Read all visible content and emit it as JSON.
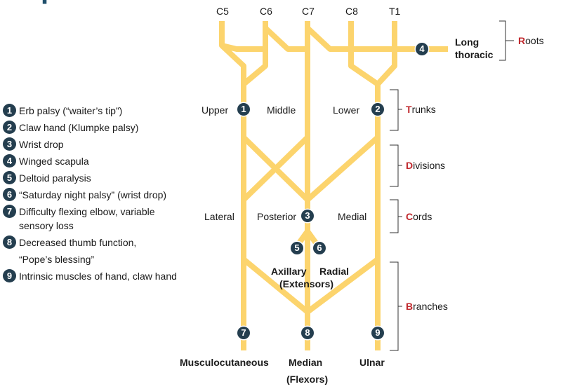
{
  "roots": [
    "C5",
    "C6",
    "C7",
    "C8",
    "T1"
  ],
  "long_thoracic": [
    "Long",
    "thoracic"
  ],
  "trunks": {
    "upper": "Upper",
    "middle": "Middle",
    "lower": "Lower"
  },
  "cords": {
    "lateral": "Lateral",
    "posterior": "Posterior",
    "medial": "Medial"
  },
  "branches": {
    "axillary": "Axillary",
    "extensors": "(Extensors)",
    "radial": "Radial",
    "musculocutaneous": "Musculocutaneous",
    "median": "Median",
    "flexors": "(Flexors)",
    "ulnar": "Ulnar"
  },
  "sections": [
    {
      "initial": "R",
      "rest": "oots"
    },
    {
      "initial": "T",
      "rest": "runks"
    },
    {
      "initial": "D",
      "rest": "ivisions"
    },
    {
      "initial": "C",
      "rest": "ords"
    },
    {
      "initial": "B",
      "rest": "ranches"
    }
  ],
  "badges": {
    "n1": "1",
    "n2": "2",
    "n3": "3",
    "n4": "4",
    "n5": "5",
    "n6": "6",
    "n7": "7",
    "n8": "8",
    "n9": "9"
  },
  "legend": [
    {
      "num": "1",
      "text": "Erb palsy (“waiter’s tip”)"
    },
    {
      "num": "2",
      "text": "Claw hand (Klumpke palsy)"
    },
    {
      "num": "3",
      "text": "Wrist drop"
    },
    {
      "num": "4",
      "text": "Winged scapula"
    },
    {
      "num": "5",
      "text": "Deltoid paralysis"
    },
    {
      "num": "6",
      "text": "“Saturday night palsy” (wrist drop)"
    },
    {
      "num": "7",
      "text": "Difficulty flexing elbow, variable sensory loss"
    },
    {
      "num": "8",
      "text": "Decreased thumb function,"
    },
    {
      "num": "9",
      "text": "Intrinsic muscles of hand, claw hand"
    }
  ],
  "legend_8_continued": "“Pope’s blessing”",
  "colors": {
    "nerve": "#fcd46d",
    "badge": "#243e4f",
    "section_initial": "#c0282d",
    "bracket": "#333333",
    "title_fragment": "#1f4f6b"
  }
}
